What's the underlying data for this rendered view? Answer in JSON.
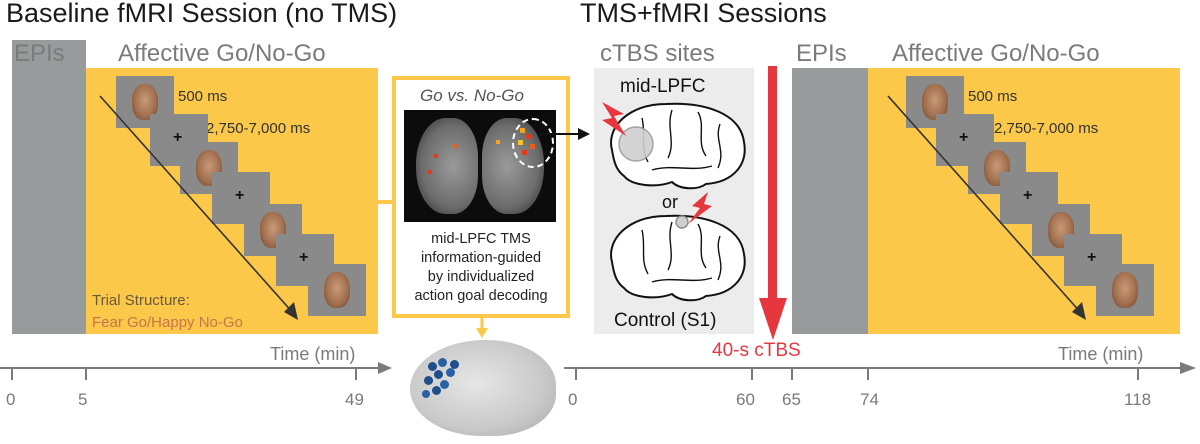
{
  "left": {
    "title": "Baseline fMRI Session (no TMS)",
    "epis_label": "EPIs",
    "task_label": "Affective Go/No-Go",
    "stim_duration": "500 ms",
    "iti": "2,750-7,000 ms",
    "trial_structure_label": "Trial Structure:",
    "trial_structure_value": "Fear Go/Happy No-Go",
    "time_label": "Time (min)",
    "ticks": [
      "0",
      "5",
      "49"
    ]
  },
  "decoding": {
    "title": "Go vs. No-Go",
    "line1": "mid-LPFC TMS",
    "line2": "information-guided",
    "line3": "by individualized",
    "line4": "action goal decoding"
  },
  "ctbs": {
    "header": "cTBS sites",
    "site1": "mid-LPFC",
    "or": "or",
    "site2": "Control (S1)",
    "duration": "40-s cTBS"
  },
  "right": {
    "title": "TMS+fMRI Sessions",
    "epis_label": "EPIs",
    "task_label": "Affective Go/No-Go",
    "stim_duration": "500 ms",
    "iti": "2,750-7,000 ms",
    "time_label": "Time (min)",
    "ticks": [
      "0",
      "60",
      "65",
      "74",
      "118"
    ]
  },
  "colors": {
    "yellow": "#fbc84a",
    "grey": "#979b9b",
    "red": "#e6373f",
    "trial_structure": "#c8734b"
  }
}
